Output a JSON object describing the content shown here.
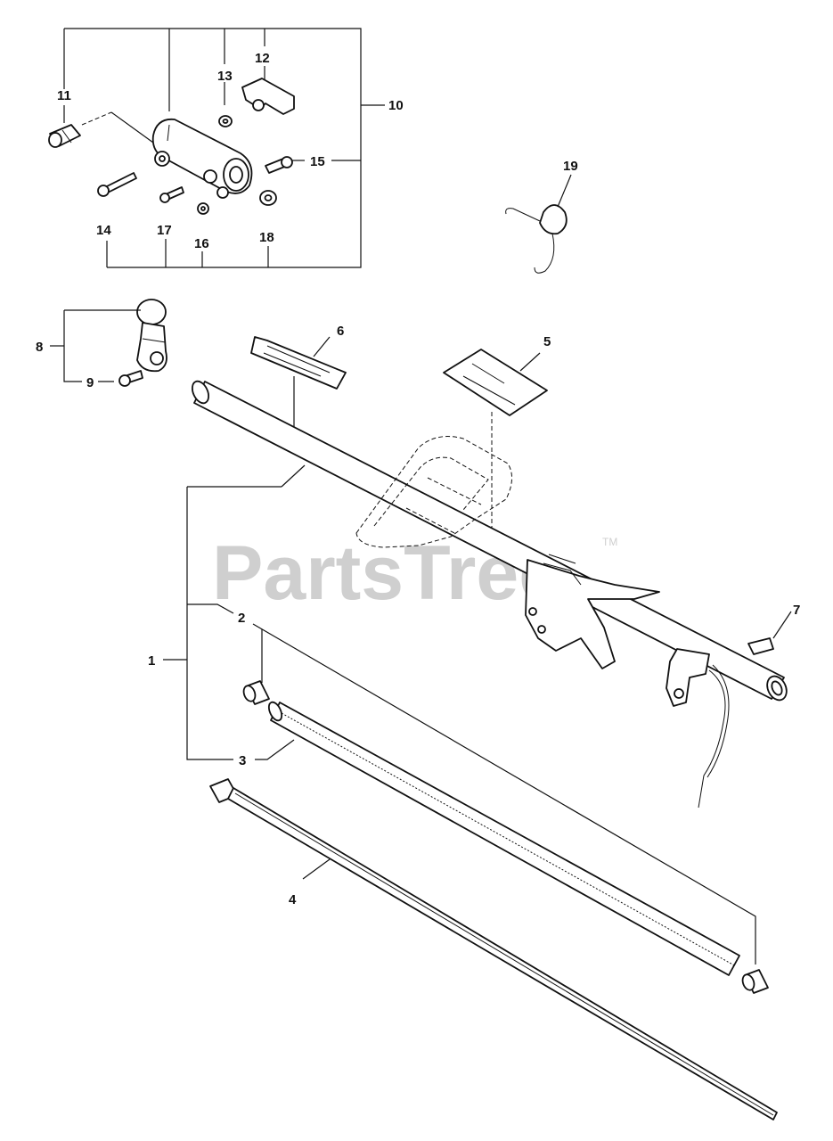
{
  "watermark": {
    "text": "PartsTree",
    "trademark": "TM"
  },
  "callouts": [
    {
      "id": "11",
      "label": "11"
    },
    {
      "id": "13",
      "label": "13"
    },
    {
      "id": "12",
      "label": "12"
    },
    {
      "id": "10",
      "label": "10"
    },
    {
      "id": "15",
      "label": "15"
    },
    {
      "id": "14",
      "label": "14"
    },
    {
      "id": "17",
      "label": "17"
    },
    {
      "id": "16",
      "label": "16"
    },
    {
      "id": "18",
      "label": "18"
    },
    {
      "id": "19",
      "label": "19"
    },
    {
      "id": "8",
      "label": "8"
    },
    {
      "id": "9",
      "label": "9"
    },
    {
      "id": "6",
      "label": "6"
    },
    {
      "id": "5",
      "label": "5"
    },
    {
      "id": "7",
      "label": "7"
    },
    {
      "id": "1",
      "label": "1"
    },
    {
      "id": "2",
      "label": "2"
    },
    {
      "id": "3",
      "label": "3"
    },
    {
      "id": "4",
      "label": "4"
    }
  ]
}
